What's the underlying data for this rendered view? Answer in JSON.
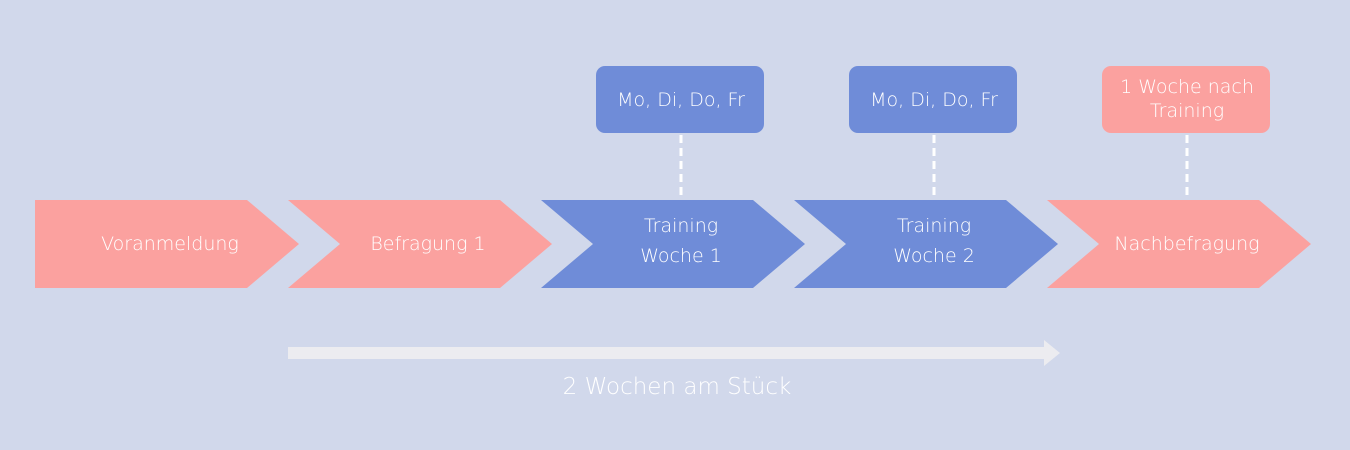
{
  "colors": {
    "background": "#d1d8eb",
    "survey": "#fba19f",
    "training": "#6f8cd8",
    "arrow": "#ececf0"
  },
  "steps": [
    {
      "line1": "Voranmeldung",
      "line2": "",
      "kind": "survey"
    },
    {
      "line1": "Befragung 1",
      "line2": "",
      "kind": "survey"
    },
    {
      "line1": "Training",
      "line2": "Woche 1",
      "kind": "training"
    },
    {
      "line1": "Training",
      "line2": "Woche 2",
      "kind": "training"
    },
    {
      "line1": "Nachbefragung",
      "line2": "",
      "kind": "survey"
    }
  ],
  "callouts": [
    {
      "line1": "Mo, Di, Do, Fr",
      "line2": "",
      "kind": "training",
      "step": 2
    },
    {
      "line1": "Mo, Di, Do, Fr",
      "line2": "",
      "kind": "training",
      "step": 3
    },
    {
      "line1": "1 Woche nach",
      "line2": "Training",
      "kind": "survey",
      "step": 4
    }
  ],
  "duration": {
    "label": "2 Wochen am Stück"
  }
}
